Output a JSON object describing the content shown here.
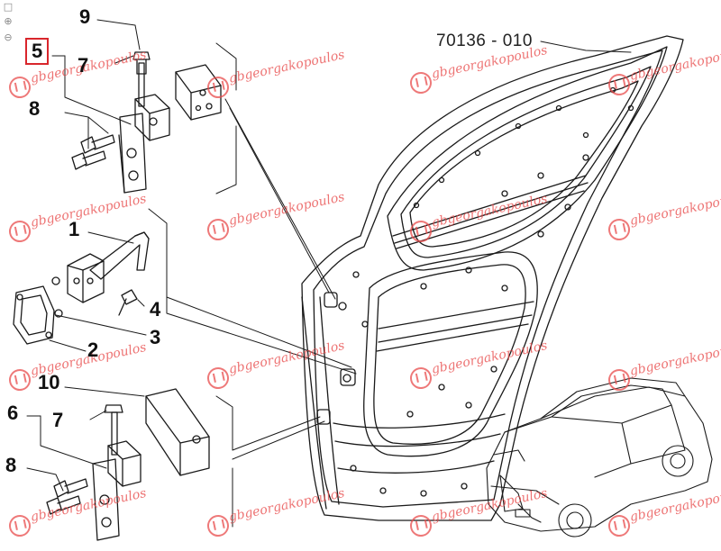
{
  "reference_code": "70136 - 010",
  "callouts": {
    "c1": "1",
    "c2": "2",
    "c3": "3",
    "c4": "4",
    "c5": "5",
    "c6": "6",
    "c7a": "7",
    "c7b": "7",
    "c8a": "8",
    "c8b": "8",
    "c9": "9",
    "c10": "10"
  },
  "watermark": "gbgeorgakopoulos",
  "viewer_tools": {
    "fit_icon": "fit-page-icon",
    "zoom_in_icon": "zoom-in-icon",
    "zoom_out_icon": "zoom-out-icon"
  },
  "colors": {
    "line": "#1a1a1a",
    "highlight_box": "#d9262c",
    "watermark": "#e94d4d"
  }
}
